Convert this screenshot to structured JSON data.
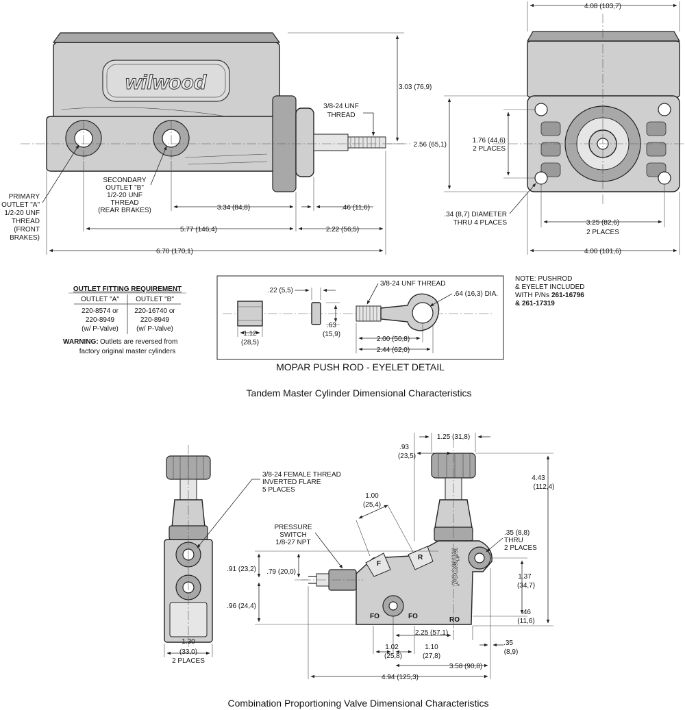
{
  "master_cylinder": {
    "logo": "wilwood",
    "thread_label": [
      "3/8-24 UNF",
      "THREAD"
    ],
    "primary_outlet_label": [
      "PRIMARY",
      "OUTLET \"A\"",
      "1/2-20 UNF",
      "THREAD",
      "(FRONT",
      "BRAKES)"
    ],
    "secondary_outlet_label": [
      "SECONDARY",
      "OUTLET \"B\"",
      "1/2-20 UNF",
      "THREAD",
      "(REAR BRAKES)"
    ],
    "dim_height": "3.03 (76,9)",
    "dim_334": "3.34 (84,8)",
    "dim_046": ".46 (11,6)",
    "dim_577": "5.77 (146,4)",
    "dim_222": "2.22 (56,5)",
    "dim_670": "6.70 (170,1)",
    "end_dim_top": "4.08 (103,7)",
    "end_dim_256": "2.56 (65,1)",
    "end_dim_176": [
      "1.76 (44,6)",
      "2 PLACES"
    ],
    "end_dim_034": [
      ".34 (8,7) DIAMETER",
      "THRU 4 PLACES"
    ],
    "end_dim_325": [
      "3.25 (82,6)",
      "2 PLACES"
    ],
    "end_dim_400": "4.00 (101,6)"
  },
  "outlet_table": {
    "title": "OUTLET FITTING REQUIREMENT",
    "headers": [
      "OUTLET \"A\"",
      "OUTLET \"B\""
    ],
    "col_a": [
      "220-8574 or",
      "220-8949",
      "(w/ P-Valve)"
    ],
    "col_b": [
      "220-16740 or",
      "220-8949",
      "(w/ P-Valve)"
    ],
    "warning_bold": "WARNING:",
    "warning_text": "Outlets are reversed from",
    "warning_text2": "factory original master cylinders"
  },
  "pushrod_detail": {
    "dim_022": ".22 (5,5)",
    "thread": "3/8-24 UNF THREAD",
    "dia": ".64 (16,3) DIA.",
    "dim_112": [
      "1.12",
      "(28,5)"
    ],
    "dim_063": [
      ".63",
      "(15,9)"
    ],
    "dim_200": "2.00 (50,8)",
    "dim_244": "2.44 (62,0)",
    "title": "MOPAR PUSH ROD - EYELET DETAIL"
  },
  "note": {
    "lines": [
      "NOTE: PUSHROD",
      "& EYELET INCLUDED",
      "WITH P/Ns"
    ],
    "pn1": "261-16796",
    "pn2": "& 261-17319"
  },
  "caption_top": "Tandem Master Cylinder Dimensional Characteristics",
  "valve": {
    "logo": "wilwood",
    "female_thread": [
      "3/8-24 FEMALE THREAD",
      "INVERTED FLARE",
      "5 PLACES"
    ],
    "pressure_switch": [
      "PRESSURE",
      "SWITCH",
      "1/8-27 NPT"
    ],
    "dim_100": [
      "1.00",
      "(25,4)"
    ],
    "dim_093": [
      ".93",
      "(23,5)"
    ],
    "dim_125": "1.25 (31,8)",
    "dim_443": [
      "4.43",
      "(112,4)"
    ],
    "dim_035_thru": [
      ".35 (8,8)",
      "THRU",
      "2 PLACES"
    ],
    "dim_091": ".91 (23,2)",
    "dim_079": ".79 (20,0)",
    "dim_137": [
      "1.37",
      "(34,7)"
    ],
    "dim_096": ".96 (24,4)",
    "dim_046": [
      ".46",
      "(11,6)"
    ],
    "dim_225": "2.25 (57,1)",
    "dim_035": [
      ".35",
      "(8,9)"
    ],
    "dim_102": [
      "1.02",
      "(25,8)"
    ],
    "dim_110": [
      "1.10",
      "(27,8)"
    ],
    "dim_130": [
      "1.30",
      "(33,0)",
      "2 PLACES"
    ],
    "dim_358": "3.58 (90,8)",
    "dim_494": "4.94 (125,3)",
    "port_f": "F",
    "port_r": "R",
    "port_fo": "FO",
    "port_ro": "RO"
  },
  "caption_bottom": "Combination Proportioning Valve Dimensional Characteristics"
}
